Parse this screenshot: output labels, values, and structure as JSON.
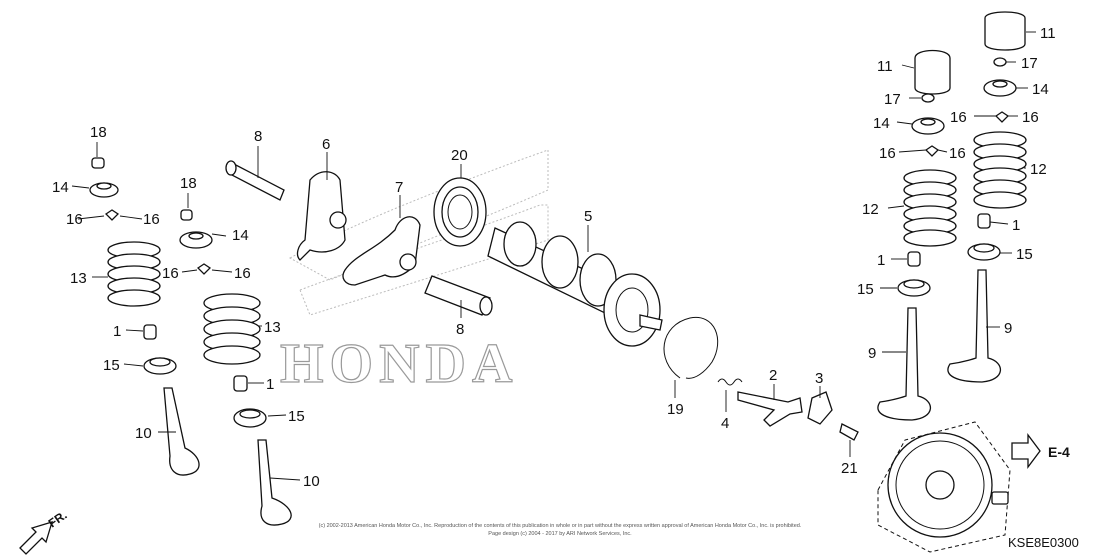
{
  "diagram": {
    "watermark_text": "HONDA",
    "diagram_code": "KSE8E0300",
    "reference_label": "E-4",
    "direction_label": "FR.",
    "copyright_line1": "(c) 2002-2013 American Honda Motor Co., Inc. Reproduction of the contents of this publication in whole or in part without the express written approval of American Honda Motor Co., Inc. is prohibited.",
    "copyright_line2": "Page design (c) 2004 - 2017 by ARI Network Services, Inc.",
    "callouts": [
      "18",
      "14",
      "16",
      "16",
      "13",
      "1",
      "15",
      "10",
      "18",
      "14",
      "16",
      "16",
      "13",
      "1",
      "15",
      "10",
      "8",
      "6",
      "7",
      "8",
      "20",
      "5",
      "19",
      "4",
      "2",
      "3",
      "21",
      "11",
      "17",
      "14",
      "16",
      "16",
      "12",
      "1",
      "15",
      "9",
      "11",
      "17",
      "14",
      "16",
      "16",
      "12",
      "1",
      "15",
      "9"
    ]
  }
}
